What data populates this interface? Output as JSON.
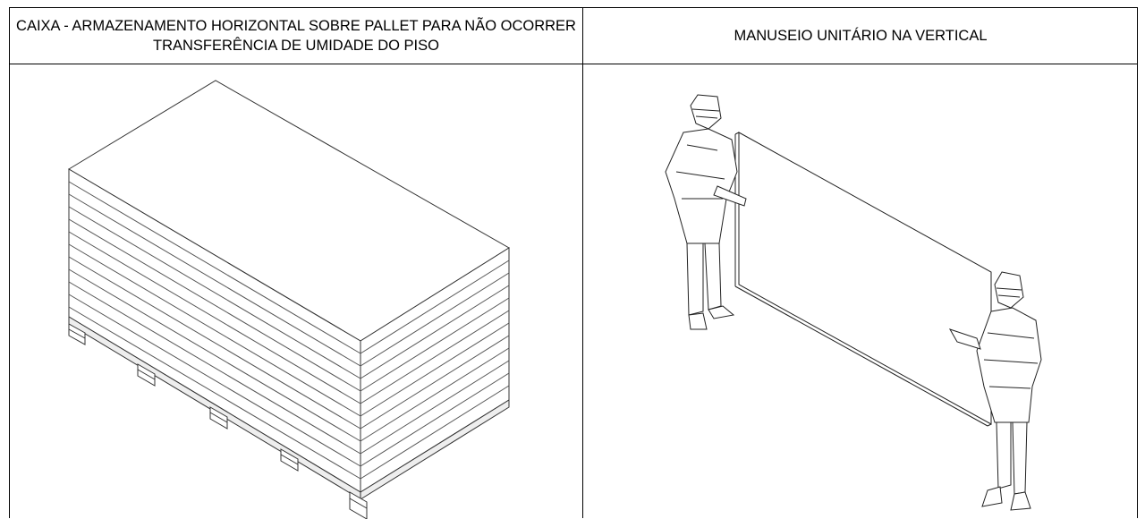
{
  "table": {
    "left_header": "CAIXA - ARMAZENAMENTO HORIZONTAL SOBRE PALLET PARA NÃO OCORRER TRANSFERÊNCIA DE UMIDADE DO PISO",
    "right_header": "MANUSEIO UNITÁRIO NA VERTICAL"
  },
  "illustrations": {
    "left": "pallet-with-stacked-boards",
    "right": "two-workers-carrying-board"
  }
}
